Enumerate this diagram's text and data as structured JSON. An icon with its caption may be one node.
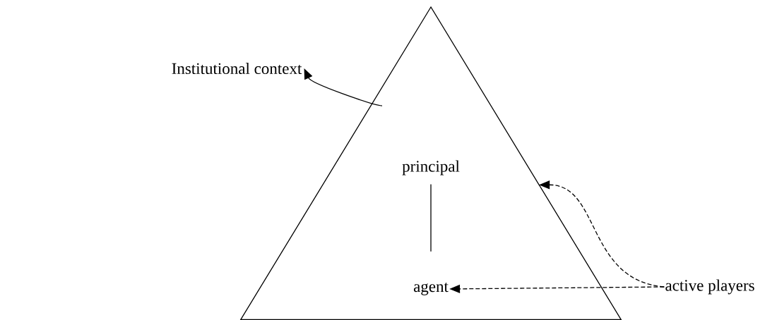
{
  "diagram": {
    "nodes": [
      {
        "text": [],
        "shape": "triangle"
      },
      {
        "text": [
          "Institutional context"
        ]
      },
      {
        "text": [
          "principal"
        ],
        "in": 0
      },
      {
        "text": [
          "agent"
        ],
        "in": 0
      },
      {
        "text": [
          "active players"
        ]
      }
    ],
    "edges": [
      {
        "from": 0,
        "to": 1,
        "arrow": "to"
      },
      {
        "from": 2,
        "to": 3,
        "arrow": "none"
      },
      {
        "from": 4,
        "to": 3,
        "arrow": "to",
        "style": "dashed"
      },
      {
        "from": 4,
        "to": 0,
        "arrow": "to",
        "style": "dashed"
      }
    ]
  }
}
